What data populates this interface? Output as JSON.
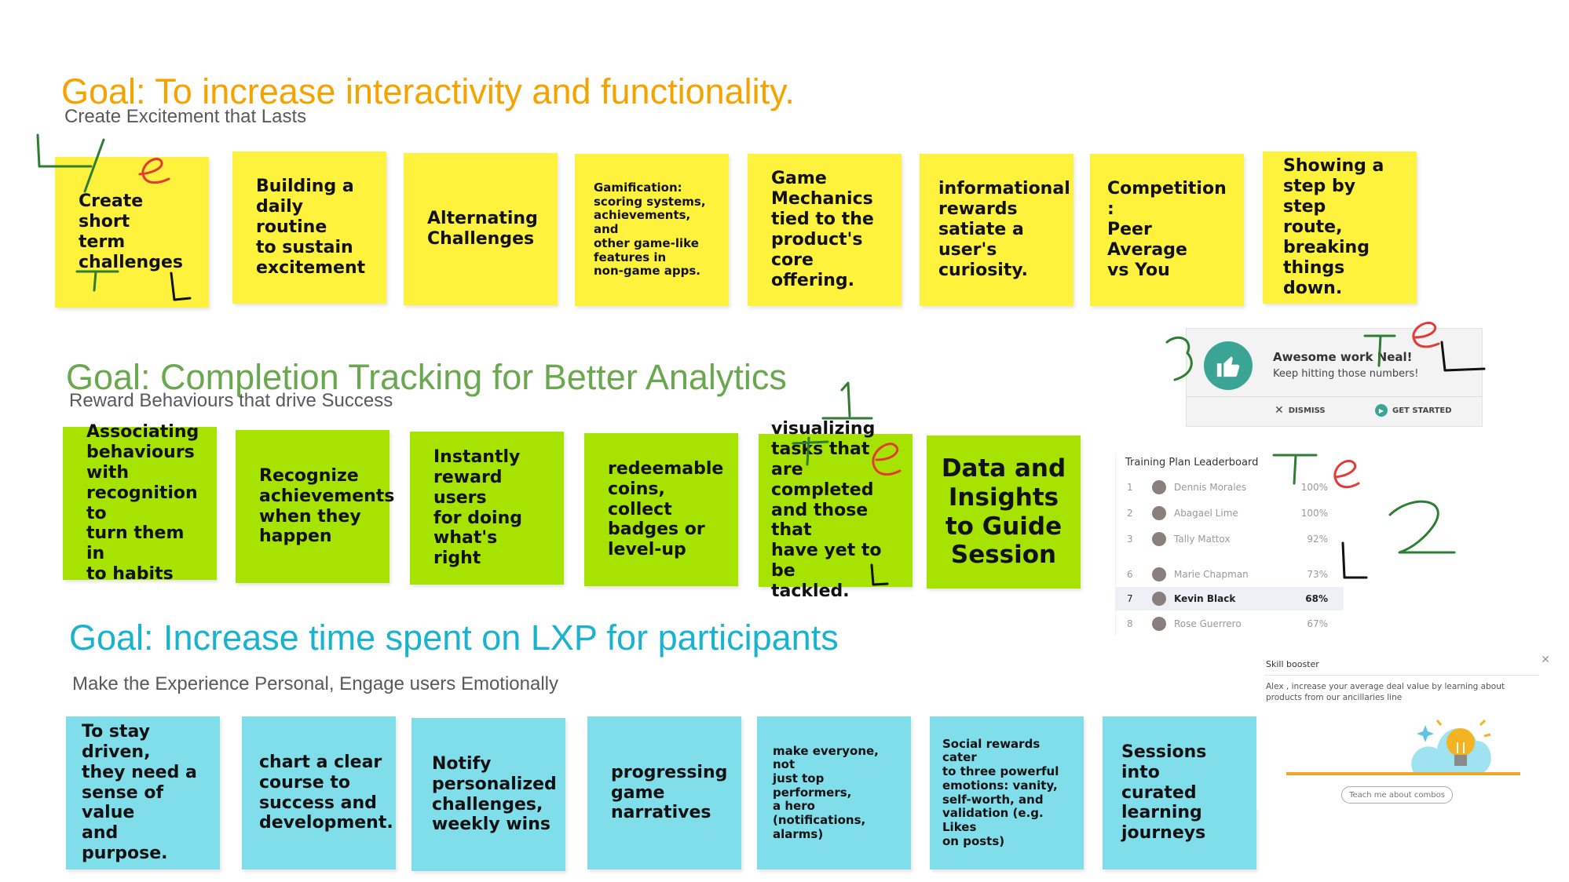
{
  "colors": {
    "goal1": "#f5a300",
    "goal2": "#6aa84f",
    "goal3": "#19b3cf",
    "sticky_yellow": "#fff23c",
    "sticky_green": "#a6e400",
    "sticky_blue": "#80deea",
    "ink_green": "#2e7d32",
    "ink_red": "#e53935",
    "ink_black": "#111111"
  },
  "goals": [
    {
      "title": "Goal: To increase interactivity and functionality.",
      "subtitle": "Create Excitement that Lasts",
      "notes": [
        "Create short\nterm\nchallenges",
        "Building a\ndaily routine\nto sustain\nexcitement",
        "Alternating\nChallenges",
        "Gamification:\nscoring systems,\nachievements, and\nother game-like\nfeatures in\nnon-game apps.",
        "Game\nMechanics\ntied to the\nproduct's core\noffering.",
        "informational\nrewards\nsatiate a\nuser's\ncuriosity.",
        "Competition :\nPeer Average\nvs You",
        "Showing a\nstep by step\nroute,\nbreaking\nthings down."
      ]
    },
    {
      "title": "Goal: Completion Tracking for Better Analytics",
      "subtitle": "Reward Behaviours that drive Success",
      "notes": [
        "Associating\nbehaviours\nwith\nrecognition to\nturn them in\nto habits",
        "Recognize\nachievements\nwhen they\nhappen",
        "Instantly\nreward users\nfor doing\nwhat's right",
        "redeemable\ncoins, collect\nbadges or\nlevel-up",
        "visualizing\ntasks that are\ncompleted\nand those that\nhave yet to be\ntackled.",
        "Data and\nInsights\nto Guide\nSession"
      ]
    },
    {
      "title": "Goal: Increase time spent on LXP for participants",
      "subtitle": "Make the Experience Personal, Engage users Emotionally",
      "notes": [
        "To stay driven,\nthey need a\nsense of value\nand purpose.",
        "chart a clear\ncourse to\nsuccess and\ndevelopment.",
        "Notify\npersonalized\nchallenges,\nweekly wins",
        "progressing\ngame\nnarratives",
        "make everyone, not\njust top performers,\na hero\n(notifications,\nalarms)",
        "Social rewards cater\nto three powerful\nemotions: vanity,\nself-worth, and\nvalidation (e.g. Likes\non posts)",
        "Sessions into\ncurated\nlearning\njourneys"
      ]
    }
  ],
  "notification": {
    "icon": "thumbs-up-icon",
    "title": "Awesome work Neal!",
    "message": "Keep hitting those numbers!",
    "dismiss_label": "DISMISS",
    "get_started_label": "GET STARTED"
  },
  "leaderboard": {
    "title": "Training Plan Leaderboard",
    "rows": [
      {
        "rank": "1",
        "name": "Dennis Morales",
        "percent": "100%"
      },
      {
        "rank": "2",
        "name": "Abagael Lime",
        "percent": "100%"
      },
      {
        "rank": "3",
        "name": "Tally Mattox",
        "percent": "92%"
      },
      {
        "rank": "6",
        "name": "Marie Chapman",
        "percent": "73%"
      },
      {
        "rank": "7",
        "name": "Kevin Black",
        "percent": "68%"
      },
      {
        "rank": "8",
        "name": "Rose Guerrero",
        "percent": "67%"
      }
    ]
  },
  "skill_booster": {
    "title": "Skill booster",
    "message": "Alex , increase your average deal value by learning about products from our ancillaries line",
    "button_label": "Teach me about combos"
  }
}
